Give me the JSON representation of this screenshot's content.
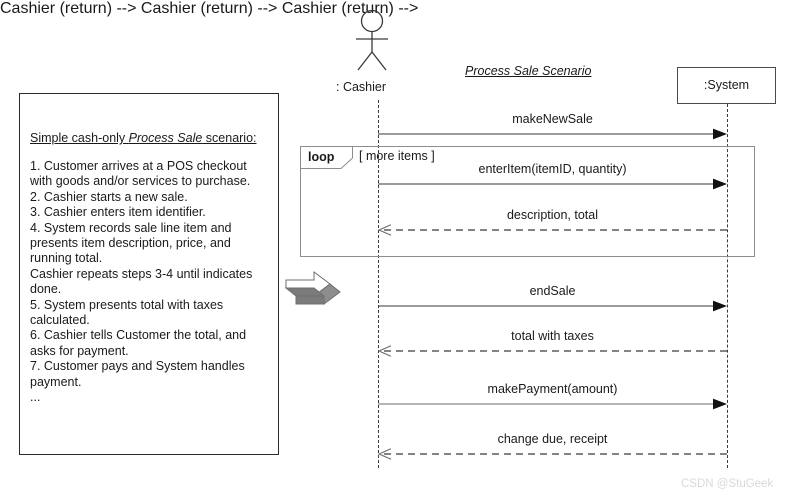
{
  "note": {
    "title_prefix": "Simple cash-only ",
    "title_italic": "Process Sale",
    "title_suffix": " scenario:",
    "lines": [
      "1. Customer arrives at a POS checkout",
      "with goods and/or services to purchase.",
      "2. Cashier starts a new sale.",
      "3. Cashier enters item identifier.",
      "4. System records sale line item and",
      "presents item description, price, and",
      "running total.",
      "Cashier repeats steps 3-4 until indicates",
      "done.",
      "5. System presents total with taxes",
      "calculated.",
      "6. Cashier tells Customer the total, and",
      "asks for payment.",
      "7. Customer pays and System handles",
      "payment.",
      "..."
    ]
  },
  "diagram": {
    "title": "Process Sale Scenario",
    "actor_label": ": Cashier",
    "system_label": ":System",
    "loop_operator": "loop",
    "loop_guard": "[ more items ]",
    "watermark": "CSDN @StuGeek",
    "colors": {
      "line": "#3a3a3a",
      "fragment_border": "#8d8d8d",
      "note_border": "#2b2b2b",
      "return_arrow": "#6e6e6e",
      "block_arrow_light": "#c8c8c8",
      "block_arrow_dark": "#7b7b7b",
      "watermark": "#d9d9d9"
    },
    "messages": [
      {
        "label": "makeNewSale",
        "kind": "call",
        "direction": "right"
      },
      {
        "label": "enterItem(itemID, quantity)",
        "kind": "call",
        "direction": "right"
      },
      {
        "label": "description, total",
        "kind": "return",
        "direction": "left"
      },
      {
        "label": "endSale",
        "kind": "call",
        "direction": "right"
      },
      {
        "label": "total with taxes",
        "kind": "return",
        "direction": "left"
      },
      {
        "label": "makePayment(amount)",
        "kind": "call",
        "direction": "right"
      },
      {
        "label": "change due, receipt",
        "kind": "return",
        "direction": "left"
      }
    ]
  }
}
